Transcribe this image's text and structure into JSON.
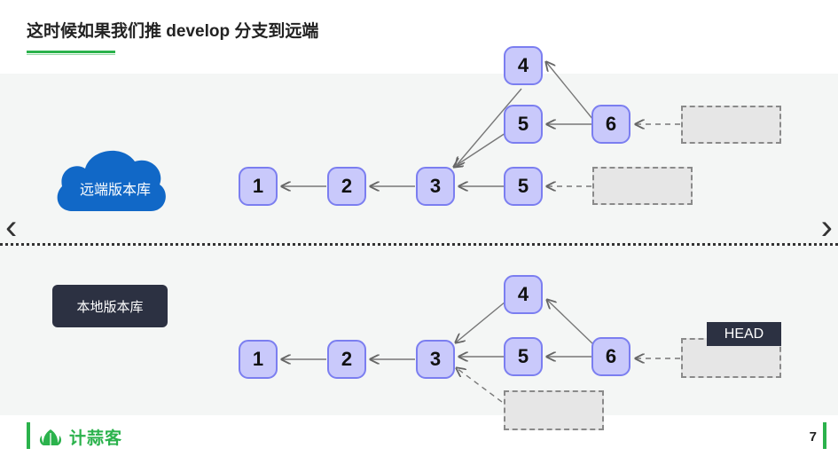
{
  "slide": {
    "title": "这时候如果我们推 develop 分支到远端",
    "page_number": "7"
  },
  "remote": {
    "label": "远端版本库",
    "nodes": {
      "n1": "1",
      "n2": "2",
      "n3": "3",
      "n4": "4",
      "n5a": "5",
      "n5b": "5",
      "n6": "6"
    }
  },
  "local": {
    "label": "本地版本库",
    "head_label": "HEAD",
    "nodes": {
      "n1": "1",
      "n2": "2",
      "n3": "3",
      "n4": "4",
      "n5": "5",
      "n6": "6"
    }
  },
  "footer": {
    "brand": "计蒜客"
  },
  "colors": {
    "accent": "#2bb24c",
    "node_fill": "#c9c9fb",
    "node_border": "#7b7ef0",
    "cloud": "#1168c7",
    "badge": "#2c3142"
  },
  "icons": {
    "prev": "chevron-left-icon",
    "next": "chevron-right-icon",
    "cloud": "cloud-icon",
    "logo": "garlic-logo-icon"
  }
}
